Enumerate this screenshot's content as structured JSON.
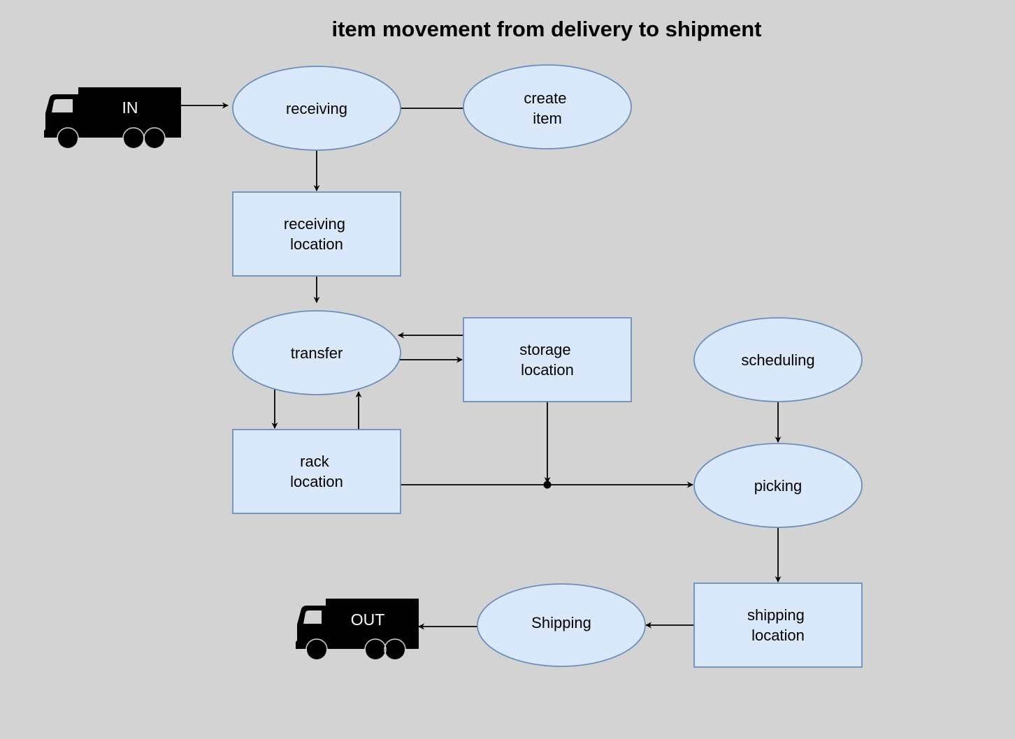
{
  "title": "item movement from delivery to shipment",
  "colors": {
    "background": "#d3d3d3",
    "node_fill": "#dae8fc",
    "node_stroke": "#6c8ebf",
    "edge": "#000000",
    "truck": "#000000",
    "truck_text": "#ffffff"
  },
  "nodes": {
    "receiving": {
      "shape": "ellipse",
      "lines": [
        "receiving"
      ]
    },
    "create_item": {
      "shape": "ellipse",
      "lines": [
        "create",
        "item"
      ]
    },
    "receiving_location": {
      "shape": "rectangle",
      "lines": [
        "receiving",
        "location"
      ]
    },
    "transfer": {
      "shape": "ellipse",
      "lines": [
        "transfer"
      ]
    },
    "storage_location": {
      "shape": "rectangle",
      "lines": [
        "storage",
        "location"
      ]
    },
    "scheduling": {
      "shape": "ellipse",
      "lines": [
        "scheduling"
      ]
    },
    "rack_location": {
      "shape": "rectangle",
      "lines": [
        "rack",
        "location"
      ]
    },
    "picking": {
      "shape": "ellipse",
      "lines": [
        "picking"
      ]
    },
    "shipping_location": {
      "shape": "rectangle",
      "lines": [
        "shipping",
        "location"
      ]
    },
    "shipping": {
      "shape": "ellipse",
      "lines": [
        "Shipping"
      ]
    }
  },
  "trucks": {
    "in": {
      "label": "IN",
      "icon": "truck-icon"
    },
    "out": {
      "label": "OUT",
      "icon": "truck-icon"
    }
  },
  "edges": [
    {
      "from": "truck_in",
      "to": "receiving",
      "arrow": true
    },
    {
      "from": "receiving",
      "to": "create_item",
      "arrow": false
    },
    {
      "from": "receiving",
      "to": "receiving_location",
      "arrow": true
    },
    {
      "from": "receiving_location",
      "to": "transfer",
      "arrow": true
    },
    {
      "from": "storage_location",
      "to": "transfer",
      "arrow": true
    },
    {
      "from": "transfer",
      "to": "storage_location",
      "arrow": true
    },
    {
      "from": "transfer",
      "to": "rack_location",
      "arrow": true
    },
    {
      "from": "rack_location",
      "to": "transfer",
      "arrow": true
    },
    {
      "from": "storage_location",
      "to": "junction",
      "arrow": true
    },
    {
      "from": "rack_location",
      "to": "picking",
      "arrow": true
    },
    {
      "from": "scheduling",
      "to": "picking",
      "arrow": true
    },
    {
      "from": "picking",
      "to": "shipping_location",
      "arrow": true
    },
    {
      "from": "shipping_location",
      "to": "shipping",
      "arrow": true
    },
    {
      "from": "shipping",
      "to": "truck_out",
      "arrow": true
    }
  ]
}
